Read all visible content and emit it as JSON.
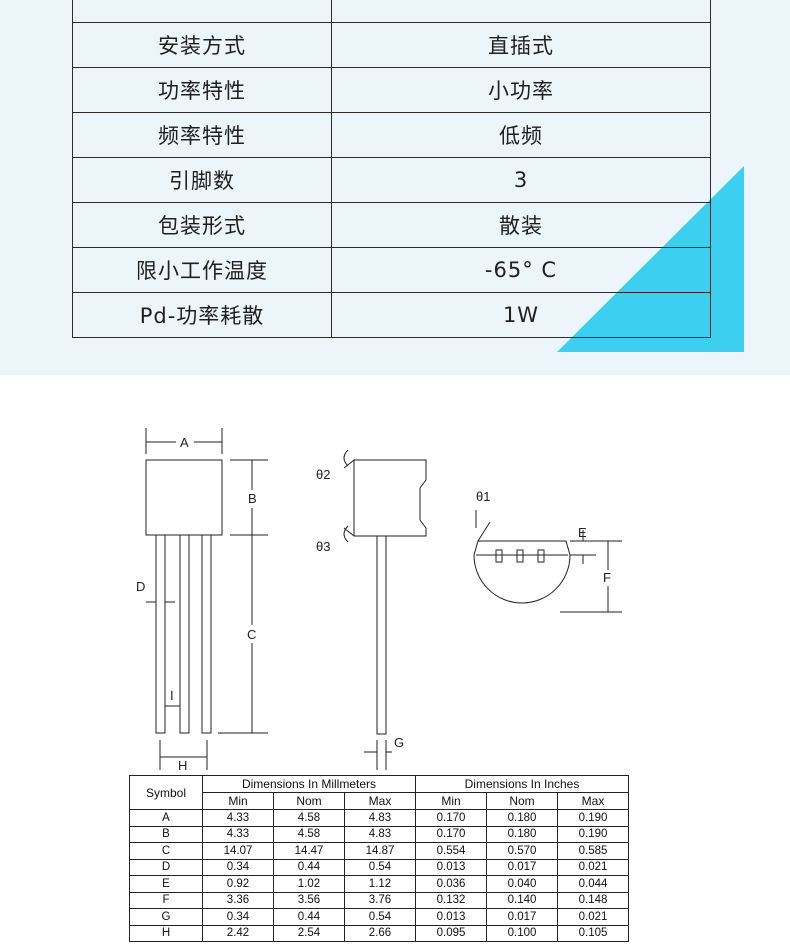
{
  "spec_table": {
    "rows": [
      {
        "label": "",
        "value": ""
      },
      {
        "label": "安装方式",
        "value": "直插式"
      },
      {
        "label": "功率特性",
        "value": "小功率"
      },
      {
        "label": "频率特性",
        "value": "低频"
      },
      {
        "label": "引脚数",
        "value": "3"
      },
      {
        "label": "包装形式",
        "value": "散装"
      },
      {
        "label": "限小工作温度",
        "value": "-65° C"
      },
      {
        "label": "Pd-功率耗散",
        "value": "1W"
      }
    ]
  },
  "accent_color": "#3dcfef",
  "drawing": {
    "labels": {
      "A": "A",
      "B": "B",
      "C": "C",
      "D": "D",
      "E": "E",
      "F": "F",
      "G": "G",
      "H": "H",
      "I": "I",
      "theta1": "θ1",
      "theta2": "θ2",
      "theta3": "θ3"
    }
  },
  "dimension_table": {
    "symbol_header": "Symbol",
    "mm_header": "Dimensions In Millmeters",
    "in_header": "Dimensions In Inches",
    "sub_headers": [
      "Min",
      "Nom",
      "Max",
      "Min",
      "Nom",
      "Max"
    ],
    "rows": [
      {
        "symbol": "A",
        "values": [
          "4.33",
          "4.58",
          "4.83",
          "0.170",
          "0.180",
          "0.190"
        ]
      },
      {
        "symbol": "B",
        "values": [
          "4.33",
          "4.58",
          "4.83",
          "0.170",
          "0.180",
          "0.190"
        ]
      },
      {
        "symbol": "C",
        "values": [
          "14.07",
          "14.47",
          "14.87",
          "0.554",
          "0.570",
          "0.585"
        ]
      },
      {
        "symbol": "D",
        "values": [
          "0.34",
          "0.44",
          "0.54",
          "0.013",
          "0.017",
          "0.021"
        ]
      },
      {
        "symbol": "E",
        "values": [
          "0.92",
          "1.02",
          "1.12",
          "0.036",
          "0.040",
          "0.044"
        ]
      },
      {
        "symbol": "F",
        "values": [
          "3.36",
          "3.56",
          "3.76",
          "0.132",
          "0.140",
          "0.148"
        ]
      },
      {
        "symbol": "G",
        "values": [
          "0.34",
          "0.44",
          "0.54",
          "0.013",
          "0.017",
          "0.021"
        ]
      },
      {
        "symbol": "H",
        "values": [
          "2.42",
          "2.54",
          "2.66",
          "0.095",
          "0.100",
          "0.105"
        ]
      }
    ]
  }
}
